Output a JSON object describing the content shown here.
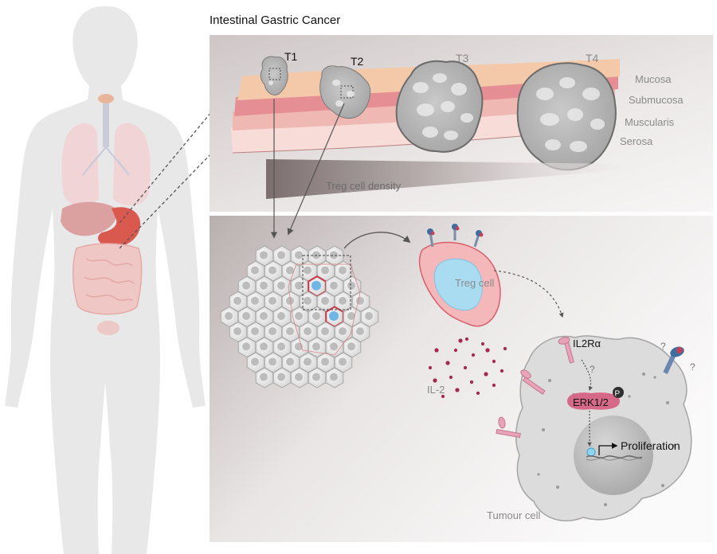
{
  "title": "Intestinal Gastric Cancer",
  "stages": [
    {
      "label": "T1"
    },
    {
      "label": "T2"
    },
    {
      "label": "T3"
    },
    {
      "label": "T4"
    }
  ],
  "layers": [
    {
      "label": "Mucosa",
      "color": "#f4c9a9"
    },
    {
      "label": "Submucosa",
      "color": "#e8959a"
    },
    {
      "label": "Muscularis",
      "color": "#f3c9c2"
    },
    {
      "label": "Serosa",
      "color": "#f7dcd7"
    }
  ],
  "gradient_label": "Treg cell density",
  "treg_label": "Treg cell",
  "il2_label": "IL-2",
  "receptor_label": "IL2Rα",
  "kinase_label": "ERK1/2",
  "phospho_label": "P",
  "question_mark": "?",
  "outcome_label": "Proliferation",
  "tumour_label": "Tumour cell",
  "colors": {
    "body": "#e6e6e6",
    "organ_red": "#d9534f",
    "treg_membrane": "#f4b8bb",
    "treg_nucleus": "#a9dcf0",
    "il2_dot": "#a32a4c",
    "receptor": "#d98aa3",
    "tumour_cell": "#dcdcdc"
  }
}
